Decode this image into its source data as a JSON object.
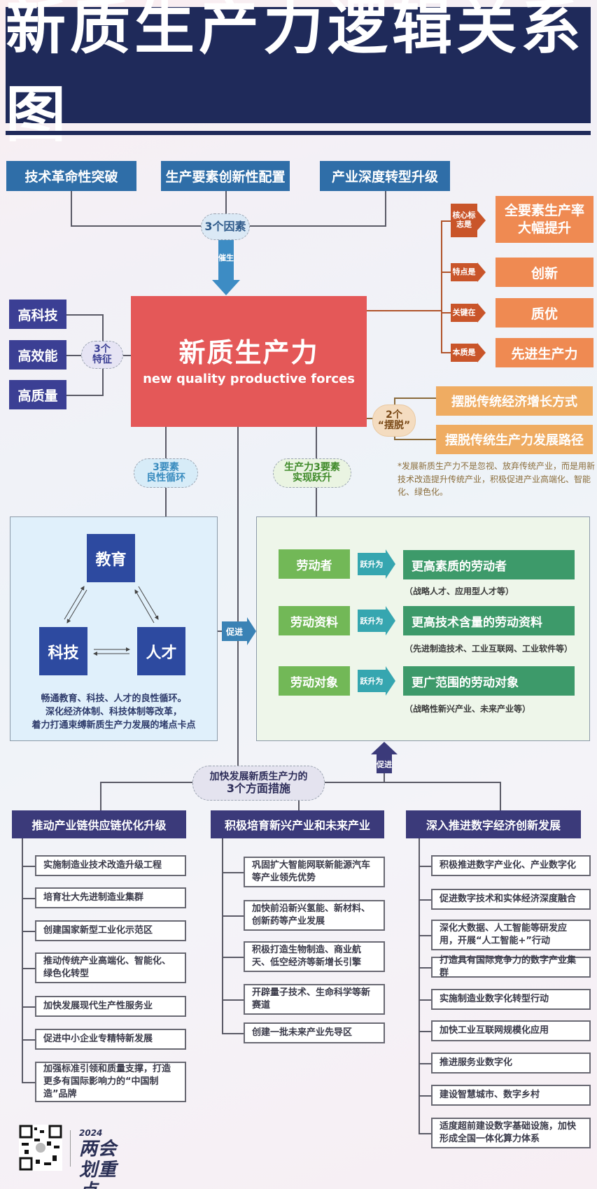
{
  "title": "新质生产力逻辑关系图",
  "factors": {
    "items": [
      "技术革命性突破",
      "生产要素创新性配置",
      "产业深度转型升级"
    ],
    "hub_label": "3个因素",
    "arrow_label": "催生"
  },
  "core": {
    "title": "新质生产力",
    "subtitle": "new quality productive forces"
  },
  "features": {
    "items": [
      "高科技",
      "高效能",
      "高质量"
    ],
    "hub_line1": "3个",
    "hub_line2": "特征"
  },
  "attributes": [
    {
      "tag": "核心标志是",
      "value": "全要素生产率大幅提升"
    },
    {
      "tag": "特点是",
      "value": "创新"
    },
    {
      "tag": "关键在",
      "value": "质优"
    },
    {
      "tag": "本质是",
      "value": "先进生产力"
    }
  ],
  "escape": {
    "hub_line1": "2个",
    "hub_line2": "“摆脱”",
    "items": [
      "摆脱传统经济增长方式",
      "摆脱传统生产力发展路径"
    ],
    "note": "*发展新质生产力不是忽视、放弃传统产业，而是用新技术改造提升传统产业，积极促进产业高端化、智能化、绿色化。"
  },
  "cycle": {
    "hub_line1": "3要素",
    "hub_line2": "良性循环",
    "nodes": [
      "教育",
      "科技",
      "人才"
    ],
    "description": [
      "畅通教育、科技、人才的良性循环。",
      "深化经济体制、科技体制等改革，",
      "着力打通束缚新质生产力发展的堵点卡点"
    ],
    "promote_label": "促进"
  },
  "leap": {
    "hub_line1": "生产力3要素",
    "hub_line2": "实现跃升",
    "arrow_label": "跃升为",
    "rows": [
      {
        "from": "劳动者",
        "to": "更高素质的劳动者",
        "note": "（战略人才、应用型人才等）"
      },
      {
        "from": "劳动资料",
        "to": "更高技术含量的劳动资料",
        "note": "（先进制造技术、工业互联网、工业软件等）"
      },
      {
        "from": "劳动对象",
        "to": "更广范围的劳动对象",
        "note": "（战略性新兴产业、未来产业等）"
      }
    ]
  },
  "measures": {
    "hub_line1": "加快发展新质生产力的",
    "hub_line2": "3个方面措施",
    "promote_label": "促进",
    "columns": [
      {
        "title": "推动产业链供应链优化升级",
        "items": [
          "实施制造业技术改造升级工程",
          "培育壮大先进制造业集群",
          "创建国家新型工业化示范区",
          "推动传统产业高端化、智能化、绿色化转型",
          "加快发展现代生产性服务业",
          "促进中小企业专精特新发展",
          "加强标准引领和质量支撑，打造更多有国际影响力的“中国制造”品牌"
        ]
      },
      {
        "title": "积极培育新兴产业和未来产业",
        "items": [
          "巩固扩大智能网联新能源汽车等产业领先优势",
          "加快前沿新兴氢能、新材料、创新药等产业发展",
          "积极打造生物制造、商业航天、低空经济等新增长引擎",
          "开辟量子技术、生命科学等新赛道",
          "创建一批未来产业先导区"
        ]
      },
      {
        "title": "深入推进数字经济创新发展",
        "items": [
          "积极推进数字产业化、产业数字化",
          "促进数字技术和实体经济深度融合",
          "深化大数据、人工智能等研发应用，开展“人工智能+”行动",
          "打造具有国际竞争力的数字产业集群",
          "实施制造业数字化转型行动",
          "加快工业互联网规模化应用",
          "推进服务业数字化",
          "建设智慧城市、数字乡村",
          "适度超前建设数字基础设施，加快形成全国一体化算力体系"
        ]
      }
    ]
  },
  "footer": {
    "logo_year": "2024",
    "logo_text": "两会划重点"
  },
  "colors": {
    "title_bg": "#1f2a5a",
    "factor": "#2f6ea8",
    "core": "#e45858",
    "feature": "#3b3f94",
    "attribute": "#ef8a52",
    "escape": "#efac62",
    "leap_green": "#72b857",
    "leap_dark": "#3d9a6a",
    "measure_head": "#3b3a7a"
  }
}
